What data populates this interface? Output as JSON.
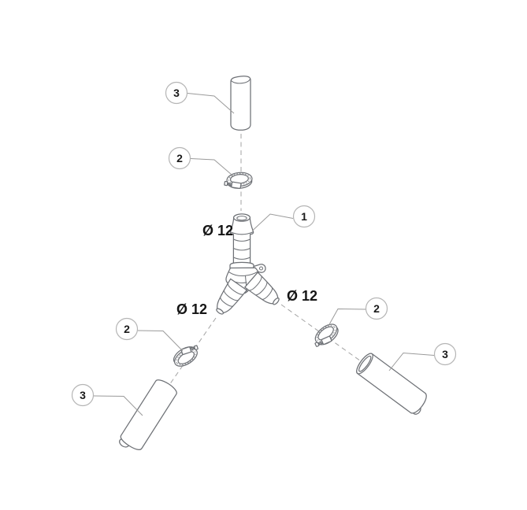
{
  "diagram": {
    "callouts": {
      "connector": "1",
      "clamp_top": "2",
      "clamp_left": "2",
      "clamp_right": "2",
      "hose_top": "3",
      "hose_left": "3",
      "hose_right": "3"
    },
    "labels": {
      "diameter_top": "Ø 12",
      "diameter_left": "Ø 12",
      "diameter_right": "Ø 12"
    },
    "parts": {
      "1": "y-hose-connector",
      "2": "hose-clamp",
      "3": "hose-tube"
    },
    "colors": {
      "background": "#ffffff",
      "part_outline": "#6e7176",
      "leader": "#9a9a9a",
      "dashed_axis": "#a3a3a3",
      "balloon_outline": "#b5b5b5",
      "text": "#151515"
    }
  }
}
